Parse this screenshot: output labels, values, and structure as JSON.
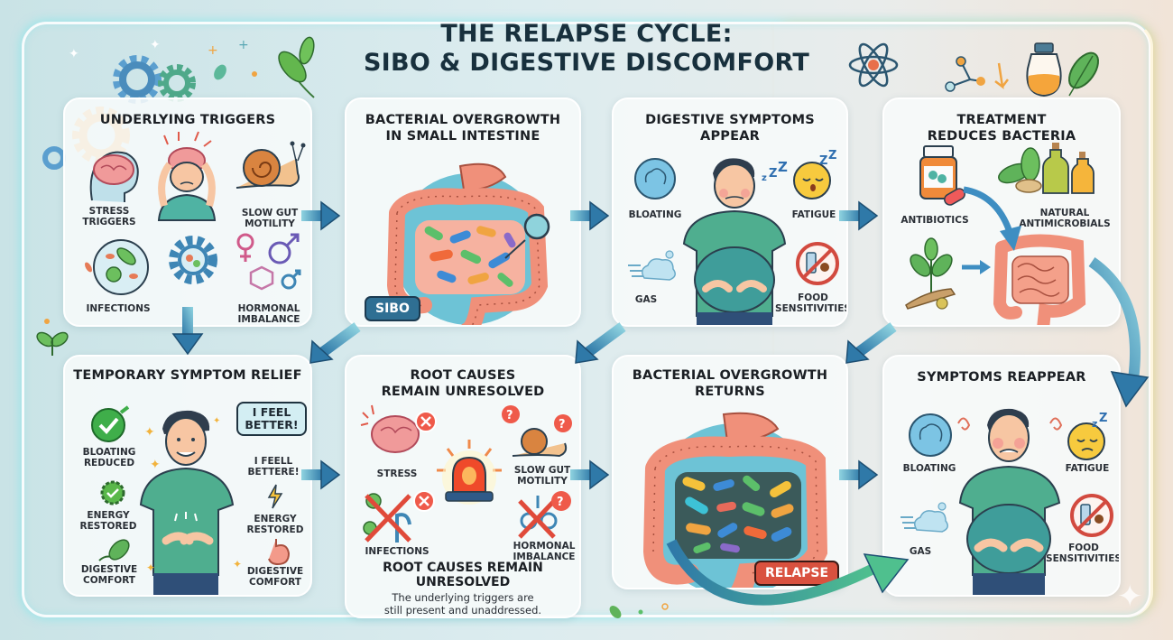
{
  "title": {
    "line1": "THE RELAPSE CYCLE:",
    "line2": "SIBO & DIGESTIVE DISCOMFORT"
  },
  "colors": {
    "arrow": "#2f79a8",
    "arrow_dark": "#1d4f73",
    "badge_sibo": "#2f6f93",
    "badge_relapse": "#d9513f",
    "shirt": "#4fae8f",
    "gut": "#f0907a",
    "frame_glow": "#7fe3e8",
    "frame_glow_warm": "#ffd08a"
  },
  "steps": [
    {
      "title": "UNDERLYING TRIGGERS",
      "labels": {
        "stress": "STRESS TRIGGERS",
        "motility": "SLOW GUT MOTILITY",
        "infections": "INFECTIONS",
        "hormonal": "HORMONAL IMBALANCE"
      }
    },
    {
      "title": "BACTERIAL OVERGROWTH IN SMALL INTESTINE",
      "badge": "SIBO"
    },
    {
      "title": "DIGESTIVE SYMPTOMS APPEAR",
      "labels": {
        "bloating": "BLOATING",
        "fatigue": "FATIGUE",
        "gas": "GAS",
        "food": "FOOD SENSITIVITIES"
      }
    },
    {
      "title": "TREATMENT REDUCES BACTERIA",
      "labels": {
        "antibiotics": "ANTIBIOTICS",
        "natural": "NATURAL ANTIMICROBIALS"
      }
    },
    {
      "title": "TEMPORARY SYMPTOM RELIEF",
      "bubble": "I FEEL BETTER!",
      "labels": {
        "bloating_reduced": "BLOATING REDUCED",
        "energy_left": "ENERGY RESTORED",
        "digestive_left": "DIGESTIVE COMFORT",
        "feel_better": "I FEELL BETTERE!",
        "energy_right": "ENERGY RESTORED",
        "digestive_right": "DIGESTIVE COMFORT"
      }
    },
    {
      "title": "ROOT CAUSES REMAIN UNRESOLVED",
      "labels": {
        "stress": "STRESS",
        "motility": "SLOW GUT MOTILITY",
        "infections": "INFECTIONS",
        "hormonal": "HORMONAL IMBALANCE"
      },
      "footer_title": "ROOT CAUSES REMAIN UNRESOLVED",
      "footer_desc": "The underlying triggers are still present and unaddressed."
    },
    {
      "title": "BACTERIAL OVERGROWTH RETURNS",
      "badge": "RELAPSE"
    },
    {
      "title": "SYMPTOMS REAPPEAR",
      "labels": {
        "bloating": "BLOATING",
        "fatigue": "FATIGUE",
        "gas": "GAS",
        "food": "FOOD SENSITIVITIES"
      }
    }
  ]
}
